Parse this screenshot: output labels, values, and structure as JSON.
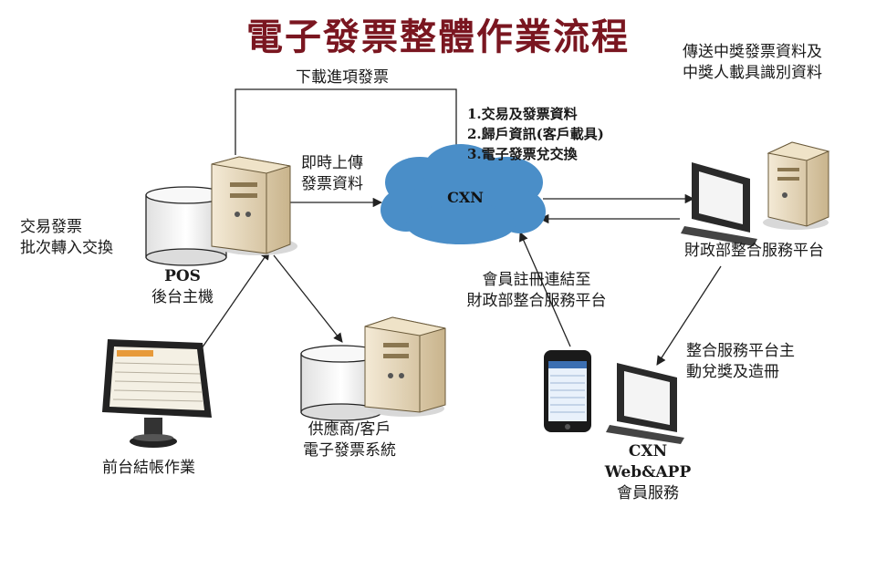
{
  "title": "電子發票整體作業流程",
  "cloud": {
    "label": "CXN"
  },
  "labels": {
    "download": "下載進項發票",
    "steps": [
      "1.交易及發票資料",
      "2.歸戶資訊(客戶載具)",
      "3.電子發票兌交換"
    ],
    "upload": [
      "即時上傳",
      "發票資料"
    ],
    "batch": [
      "交易發票",
      "批次轉入交換"
    ],
    "pos_name": "POS",
    "pos_sub": "後台主機",
    "transmit": [
      "傳送中獎發票資料及",
      "中獎人載具識別資料"
    ],
    "mof": "財政部整合服務平台",
    "register": [
      "會員註冊連結至",
      "財政部整合服務平台"
    ],
    "auto_prize": [
      "整合服務平台主",
      "動兌獎及造冊"
    ],
    "supplier": [
      "供應商/客戶",
      "電子發票系統"
    ],
    "front": "前台結帳作業",
    "web_name": [
      "CXN",
      "Web&APP"
    ],
    "web_sub": "會員服務"
  },
  "colors": {
    "title": "#7a1620",
    "cloud": "#4a8ec8",
    "arrow": "#222222"
  }
}
